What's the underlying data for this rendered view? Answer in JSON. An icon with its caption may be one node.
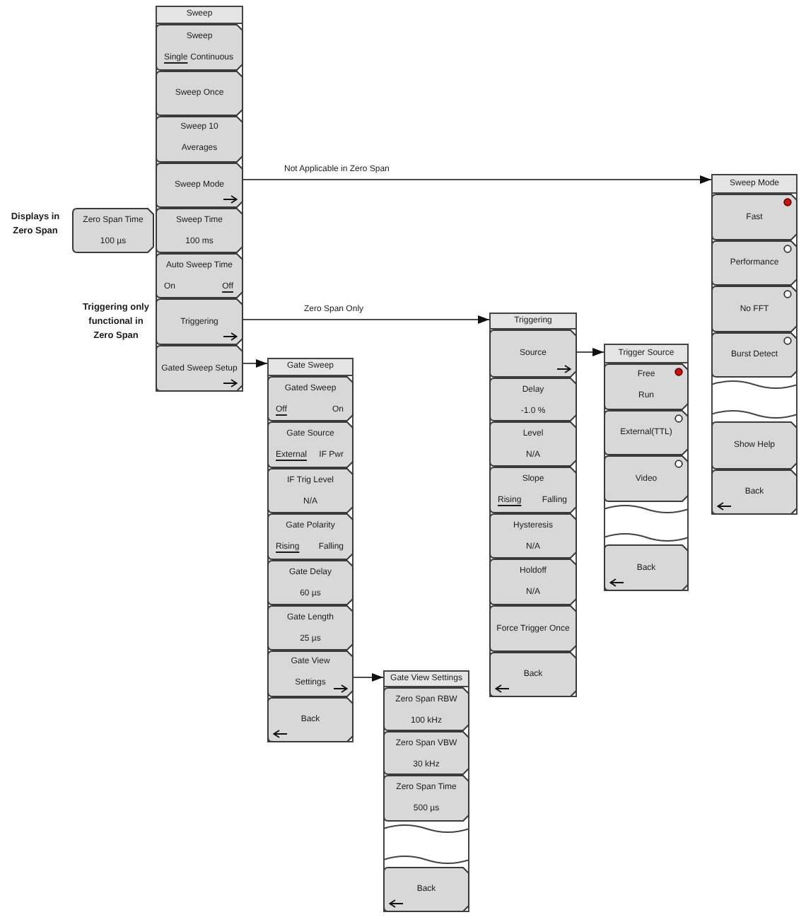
{
  "diagram": {
    "nodes": [
      {
        "text": [
          "Sweep"
        ]
      },
      {
        "text": [
          "Sweep",
          "Single",
          "Continuous"
        ],
        "in": 0
      },
      {
        "text": [
          "Sweep Once"
        ],
        "in": 0
      },
      {
        "text": [
          "Sweep 10 Averages"
        ],
        "in": 0
      },
      {
        "text": [
          "Sweep Mode"
        ],
        "in": 0
      },
      {
        "text": [
          "Sweep Time",
          "100 ms"
        ],
        "in": 0
      },
      {
        "text": [
          "Auto Sweep Time",
          "On",
          "Off"
        ],
        "in": 0
      },
      {
        "text": [
          "Triggering"
        ],
        "in": 0,
        "beside": [
          "Triggering only functional in Zero Span"
        ]
      },
      {
        "text": [
          "Gated Sweep Setup"
        ],
        "in": 0
      },
      {
        "text": [
          "Zero Span Time",
          "100 µs"
        ],
        "beside": [
          "Displays in Zero Span"
        ]
      },
      {
        "text": [
          "Gate Sweep"
        ]
      },
      {
        "text": [
          "Gated Sweep",
          "Off",
          "On"
        ],
        "in": 10
      },
      {
        "text": [
          "Gate Source",
          "External",
          "IF Pwr"
        ],
        "in": 10
      },
      {
        "text": [
          "IF Trig Level",
          "N/A"
        ],
        "in": 10
      },
      {
        "text": [
          "Gate Polarity",
          "Rising",
          "Falling"
        ],
        "in": 10
      },
      {
        "text": [
          "Gate Delay",
          "60 µs"
        ],
        "in": 10
      },
      {
        "text": [
          "Gate Length",
          "25 µs"
        ],
        "in": 10
      },
      {
        "text": [
          "Gate View Settings"
        ],
        "in": 10
      },
      {
        "text": [
          "Back"
        ],
        "in": 10
      },
      {
        "text": [
          "Gate View Settings"
        ]
      },
      {
        "text": [
          "Zero Span RBW",
          "100 kHz"
        ],
        "in": 19
      },
      {
        "text": [
          "Zero Span VBW",
          "30 kHz"
        ],
        "in": 19
      },
      {
        "text": [
          "Zero Span Time",
          "500 µs"
        ],
        "in": 19
      },
      {
        "text": [
          "Back"
        ],
        "in": 19
      },
      {
        "text": [
          "Triggering"
        ]
      },
      {
        "text": [
          "Source"
        ],
        "in": 24
      },
      {
        "text": [
          "Delay",
          "-1.0 %"
        ],
        "in": 24
      },
      {
        "text": [
          "Level",
          "N/A"
        ],
        "in": 24
      },
      {
        "text": [
          "Slope",
          "Rising",
          "Falling"
        ],
        "in": 24
      },
      {
        "text": [
          "Hysteresis",
          "N/A"
        ],
        "in": 24
      },
      {
        "text": [
          "Holdoff",
          "N/A"
        ],
        "in": 24
      },
      {
        "text": [
          "Force Trigger Once"
        ],
        "in": 24
      },
      {
        "text": [
          "Back"
        ],
        "in": 24
      },
      {
        "text": [
          "Trigger Source"
        ]
      },
      {
        "text": [
          "Free Run"
        ],
        "in": 33
      },
      {
        "text": [
          "External(TTL)"
        ],
        "in": 33
      },
      {
        "text": [
          "Video"
        ],
        "in": 33
      },
      {
        "text": [
          "Back"
        ],
        "in": 33
      },
      {
        "text": [
          "Sweep Mode"
        ]
      },
      {
        "text": [
          "Fast"
        ],
        "in": 38
      },
      {
        "text": [
          "Performance"
        ],
        "in": 38
      },
      {
        "text": [
          "No FFT"
        ],
        "in": 38
      },
      {
        "text": [
          "Burst Detect"
        ],
        "in": 38
      },
      {
        "text": [
          "Show Help"
        ],
        "in": 38
      },
      {
        "text": [
          "Back"
        ],
        "in": 38
      }
    ],
    "edges": [
      {
        "from": 4,
        "to": 38,
        "arrow": "to",
        "label": "Not Applicable in Zero Span"
      },
      {
        "from": 7,
        "to": 24,
        "arrow": "to",
        "label": "Zero Span Only"
      },
      {
        "from": 8,
        "to": 10,
        "arrow": "to"
      },
      {
        "from": 17,
        "to": 19,
        "arrow": "to"
      },
      {
        "from": 25,
        "to": 33,
        "arrow": "to"
      }
    ]
  }
}
